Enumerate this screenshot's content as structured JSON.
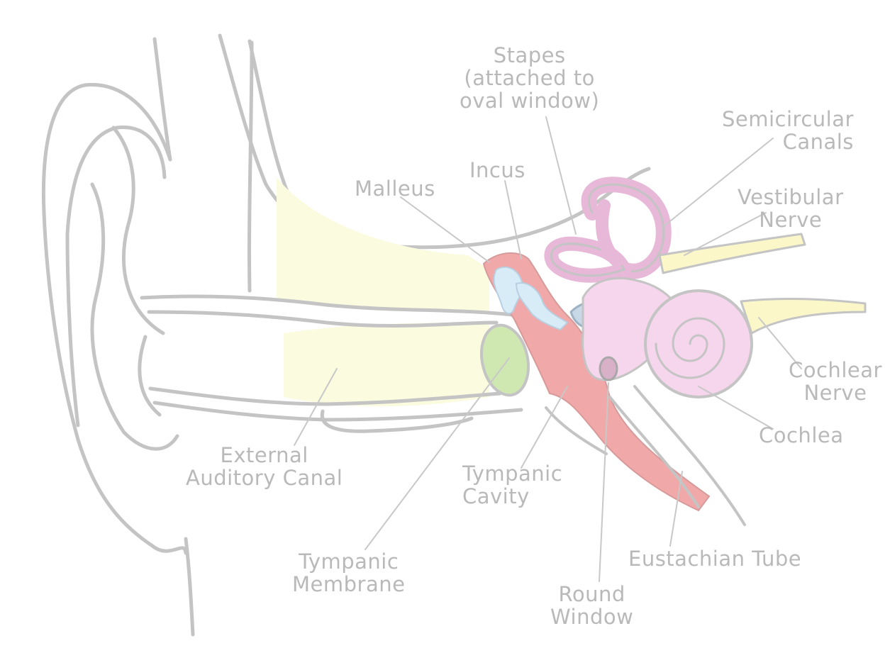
{
  "labels": {
    "stapes": {
      "lines": [
        "Stapes",
        "(attached to",
        "oval window)"
      ]
    },
    "semicircular": {
      "lines": [
        "Semicircular",
        "Canals"
      ]
    },
    "incus": {
      "lines": [
        "Incus"
      ]
    },
    "malleus": {
      "lines": [
        "Malleus"
      ]
    },
    "vestibular": {
      "lines": [
        "Vestibular",
        "Nerve"
      ]
    },
    "cochlear_nerve": {
      "lines": [
        "Cochlear",
        "Nerve"
      ]
    },
    "cochlea": {
      "lines": [
        "Cochlea"
      ]
    },
    "external_canal": {
      "lines": [
        "External",
        "Auditory Canal"
      ]
    },
    "tympanic_cavity": {
      "lines": [
        "Tympanic",
        "Cavity"
      ]
    },
    "eustachian": {
      "lines": [
        "Eustachian Tube"
      ]
    },
    "tympanic_membrane": {
      "lines": [
        "Tympanic",
        "Membrane"
      ]
    },
    "round_window": {
      "lines": [
        "Round",
        "Window"
      ]
    }
  },
  "colors": {
    "outline": "#c4c4c4",
    "label_text": "#b9b9b9",
    "canal_fill": "#fbfbe0",
    "eardrum": "#cfe8b2",
    "middle_ear": "#f0a8a8",
    "ossicles": "#d8ecf8",
    "inner_ear": "#f6d6ec",
    "nerve": "#fbf7c8"
  }
}
